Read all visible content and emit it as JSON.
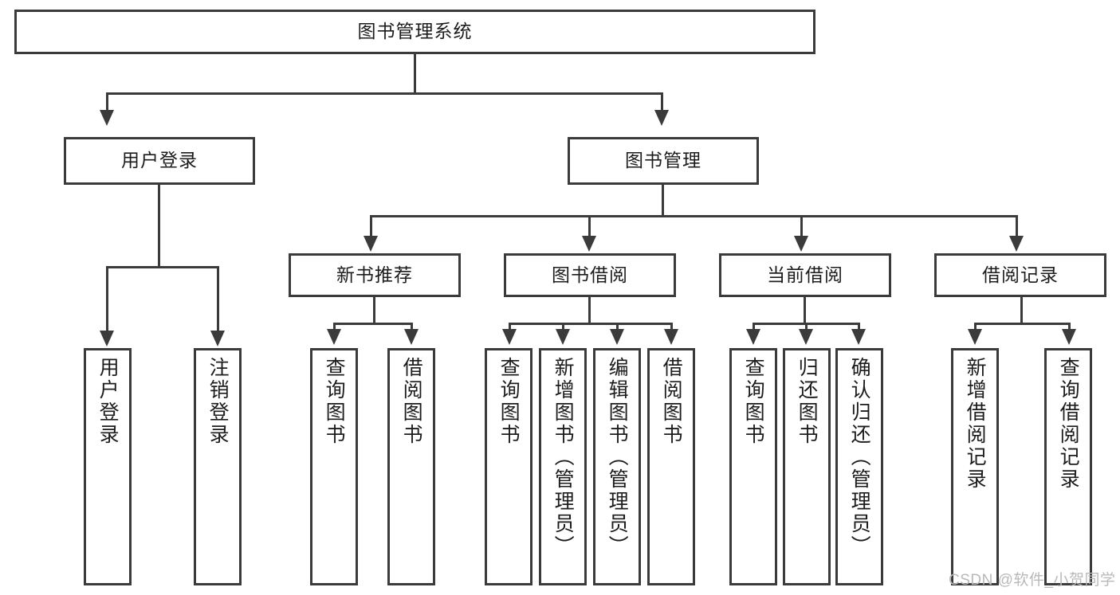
{
  "diagram": {
    "type": "tree-hierarchy",
    "title": "图书管理系统",
    "root": {
      "id": "root",
      "label": "图书管理系统"
    },
    "level2": [
      {
        "id": "user-login",
        "label": "用户登录"
      },
      {
        "id": "book-manage",
        "label": "图书管理"
      }
    ],
    "level3": [
      {
        "id": "new-book-recommend",
        "label": "新书推荐",
        "parent": "book-manage"
      },
      {
        "id": "book-borrow",
        "label": "图书借阅",
        "parent": "book-manage"
      },
      {
        "id": "current-borrow",
        "label": "当前借阅",
        "parent": "book-manage"
      },
      {
        "id": "borrow-record",
        "label": "借阅记录",
        "parent": "book-manage"
      }
    ],
    "leaves": {
      "user_login": [
        {
          "id": "leaf-user-login",
          "label": "用户登录"
        },
        {
          "id": "leaf-user-logout",
          "label": "注销登录"
        }
      ],
      "new_book_recommend": [
        {
          "id": "leaf-query-book-1",
          "label": "查询图书"
        },
        {
          "id": "leaf-borrow-book-1",
          "label": "借阅图书"
        }
      ],
      "book_borrow": [
        {
          "id": "leaf-query-book-2",
          "label": "查询图书"
        },
        {
          "id": "leaf-add-book",
          "label": "新增图书（管理员）"
        },
        {
          "id": "leaf-edit-book",
          "label": "编辑图书（管理员）"
        },
        {
          "id": "leaf-borrow-book-2",
          "label": "借阅图书"
        }
      ],
      "current_borrow": [
        {
          "id": "leaf-query-book-3",
          "label": "查询图书"
        },
        {
          "id": "leaf-return-book",
          "label": "归还图书"
        },
        {
          "id": "leaf-confirm-return",
          "label": "确认归还（管理员）"
        }
      ],
      "borrow_record": [
        {
          "id": "leaf-add-record",
          "label": "新增借阅记录"
        },
        {
          "id": "leaf-query-record",
          "label": "查询借阅记录"
        }
      ]
    }
  },
  "watermark": {
    "text": "CSDN @软件_小贺同学"
  },
  "colors": {
    "stroke": "#3b3b3b",
    "text": "#1c1c1c",
    "background": "#ffffff",
    "watermark": "#b9b9b9"
  }
}
